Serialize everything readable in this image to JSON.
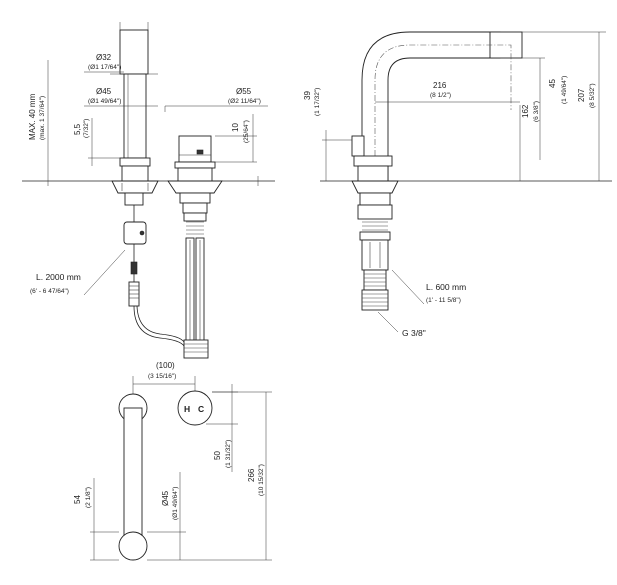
{
  "labels": {
    "d32": "Ø32",
    "d32_in": "(Ø1 17/64\")",
    "d45": "Ø45",
    "d45_in": "(Ø1 49/64\")",
    "d55": "Ø55",
    "d55_in": "(Ø2 11/64\")",
    "max40": "MAX. 40 mm",
    "max40_in": "(max. 1 37/64\")",
    "h55": "5,5",
    "h55_in": "(7/32\")",
    "h10": "10",
    "h10_in": "(25/64\")",
    "l2000": "L. 2000 mm",
    "l2000_in": "(6' - 6 47/64\")",
    "h39": "39",
    "h39_in": "(1 17/32\")",
    "w216": "216",
    "w216_in": "(8 1/2\")",
    "h45": "45",
    "h45_in": "(1 49/64\")",
    "h162": "162",
    "h162_in": "(6 3/8\")",
    "h207": "207",
    "h207_in": "(8 5/32\")",
    "l600": "L. 600 mm",
    "l600_in": "(1' - 11 5/8\")",
    "g38": "G 3/8\"",
    "w100": "(100)",
    "w100_in": "(3 15/16\")",
    "hot": "H",
    "cold": "C",
    "h50": "50",
    "h50_in": "(1 31/32\")",
    "h266": "266",
    "h266_in": "(10 15/32\")",
    "h54": "54",
    "h54_in": "(2 1/8\")",
    "pd45": "Ø45",
    "pd45_in": "(Ø1 49/64\")"
  }
}
